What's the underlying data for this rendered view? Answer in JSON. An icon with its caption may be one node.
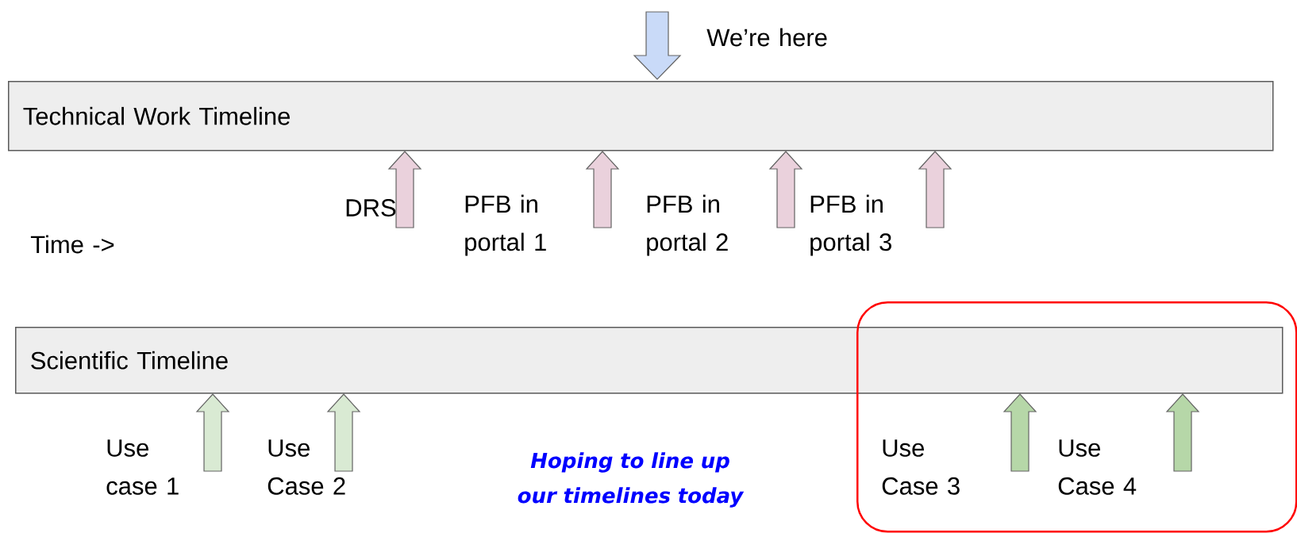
{
  "diagram": {
    "nodes": [
      {
        "text": [
          "Technical Work Timeline"
        ]
      },
      {
        "text": [
          "Scientific Timeline"
        ]
      },
      {
        "text": [],
        "shape": "box"
      }
    ],
    "edges": [
      {
        "from": null,
        "to": 0,
        "arrow": "to",
        "color": "#c9daf8"
      },
      {
        "from": null,
        "to": 0,
        "arrow": "to"
      },
      {
        "from": null,
        "to": 0,
        "arrow": "to"
      },
      {
        "from": null,
        "to": 0,
        "arrow": "to"
      },
      {
        "from": null,
        "to": 0,
        "arrow": "to"
      },
      {
        "from": null,
        "to": 1,
        "arrow": "to",
        "color": "#d9ead3"
      },
      {
        "from": null,
        "to": 1,
        "arrow": "to",
        "color": "#d9ead3"
      },
      {
        "from": null,
        "to": 1,
        "arrow": "to",
        "color": "#b6d7a8"
      },
      {
        "from": null,
        "to": 1,
        "arrow": "to",
        "color": "#b6d7a8"
      }
    ],
    "labels": [
      "We’re here",
      "DRS",
      "PFB in portal 1",
      "PFB in portal 2",
      "PFB in portal 3",
      "Time ->",
      "Use case 1",
      "Use Case 2",
      "Hoping to line up our timelines today",
      "Use Case 3",
      "Use Case 4"
    ]
  }
}
